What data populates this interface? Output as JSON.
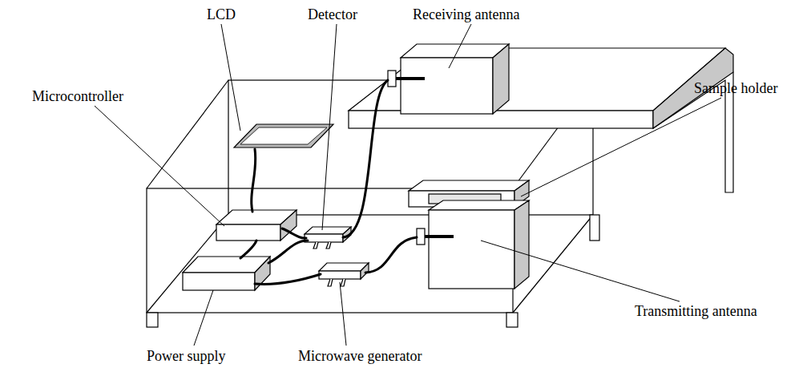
{
  "diagram": {
    "labels": [
      "LCD",
      "Detector",
      "Receiving antenna",
      "Microcontroller",
      "Sample holder",
      "Transmitting antenna",
      "Power supply",
      "Microwave generator"
    ]
  }
}
